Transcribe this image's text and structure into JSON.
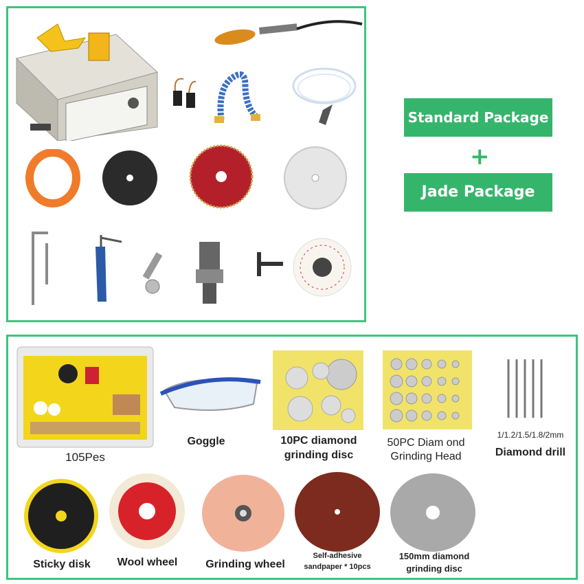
{
  "labels": {
    "standard_package": "Standard Package",
    "plus": "+",
    "jade_package": "Jade Package"
  },
  "jade_items": {
    "kit": "105Pes",
    "goggle": "Goggle",
    "disc10_line1": "10PC diamond",
    "disc10_line2": "grinding disc",
    "head50_line1": "50PC Diam ond",
    "head50_line2": "Grinding Head",
    "drill_sizes": "1/1.2/1.5/1.8/2mm",
    "drill": "Diamond drill",
    "sticky": "Sticky disk",
    "wool": "Wool wheel",
    "grinding": "Grinding wheel",
    "sand_line1": "Self-adhesive",
    "sand_line2": "sandpaper * 10pcs",
    "diamond150_line1": "150mm diamond",
    "diamond150_line2": "grinding disc"
  },
  "colors": {
    "border": "#3ec47c",
    "button": "#35b56c",
    "red_blade": "#b3202a",
    "tray_yellow": "#f3d51c",
    "orange_band": "#f07b2a"
  }
}
